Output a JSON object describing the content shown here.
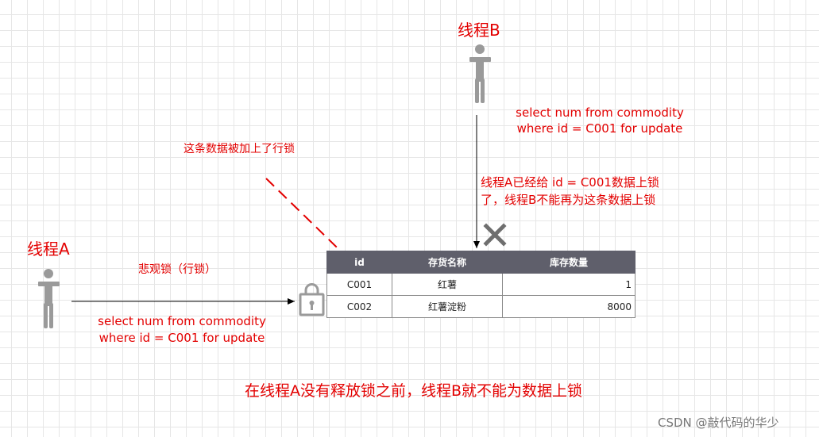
{
  "thread_a": {
    "label": "线程A",
    "query_line1": "select num from commodity",
    "query_line2": "where id = C001 for update",
    "lock_type": "悲观锁（行锁）"
  },
  "thread_b": {
    "label": "线程B",
    "query_line1": "select num from commodity",
    "query_line2": "where id = C001 for update",
    "blocked_note_line1": "线程A已经给 id = C001数据上锁",
    "blocked_note_line2": "了，线程B不能再为这条数据上锁"
  },
  "row_lock_note": "这条数据被加上了行锁",
  "footer_note": "在线程A没有释放锁之前，线程B就不能为数据上锁",
  "table": {
    "headers": [
      "id",
      "存货名称",
      "库存数量"
    ],
    "rows": [
      [
        "C001",
        "红薯",
        "1"
      ],
      [
        "C002",
        "红薯淀粉",
        "8000"
      ]
    ]
  },
  "watermark": "CSDN @敲代码的华少",
  "colors": {
    "annotation": "#e30000",
    "figure": "#9a9a9a",
    "table_header": "#5f5f6b",
    "cross": "#6e6e6e"
  }
}
